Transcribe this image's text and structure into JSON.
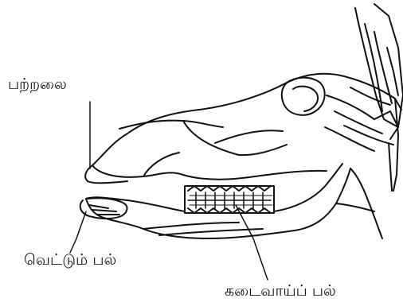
{
  "labels": {
    "palate": "பற்றலை",
    "incisor": "வெட்டும் பல்",
    "molar": "கடைவாய்ப் பல்"
  },
  "colors": {
    "ink": "#111111",
    "background": "#ffffff"
  }
}
